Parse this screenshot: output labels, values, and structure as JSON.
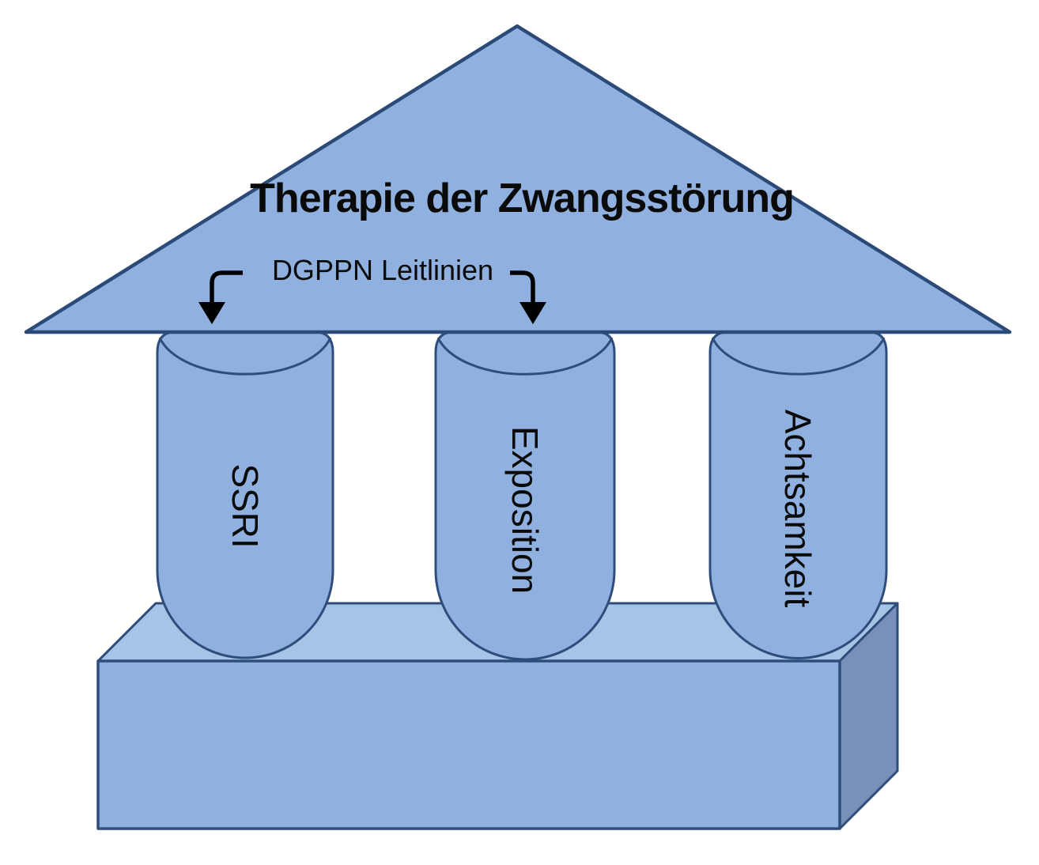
{
  "diagram": {
    "title": "Therapie der Zwangsstörung",
    "subtitle": "DGPPN Leitlinien",
    "pillars": [
      {
        "label": "SSRI"
      },
      {
        "label": "Exposition"
      },
      {
        "label": "Achtsamkeit"
      }
    ],
    "colors": {
      "shape_fill": "#90b1df",
      "base_top_fill": "#a7c3e6",
      "base_side_fill": "#7890ba",
      "outline": "#2e4d7b",
      "text": "#000000",
      "arrow": "#000000",
      "background": "#ffffff"
    }
  }
}
